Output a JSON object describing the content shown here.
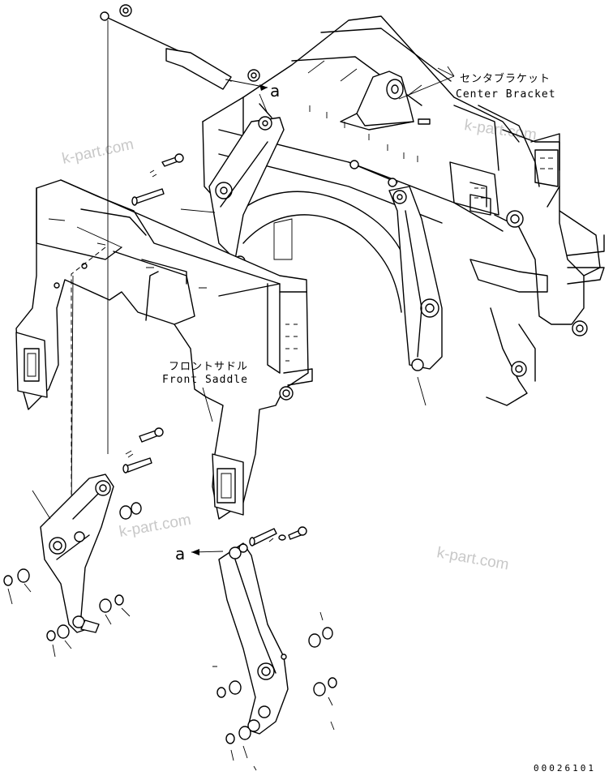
{
  "labels": {
    "center_bracket_jp": "センタブラケット",
    "center_bracket_en": "Center Bracket",
    "front_saddle_jp": "フロントサドル",
    "front_saddle_en": "Front Saddle"
  },
  "refs": {
    "upper": "a",
    "lower": "a"
  },
  "watermarks": [
    "k-part.com",
    "k-part.com",
    "k-part.com",
    "k-part.com"
  ],
  "drawing_code": "00026101"
}
